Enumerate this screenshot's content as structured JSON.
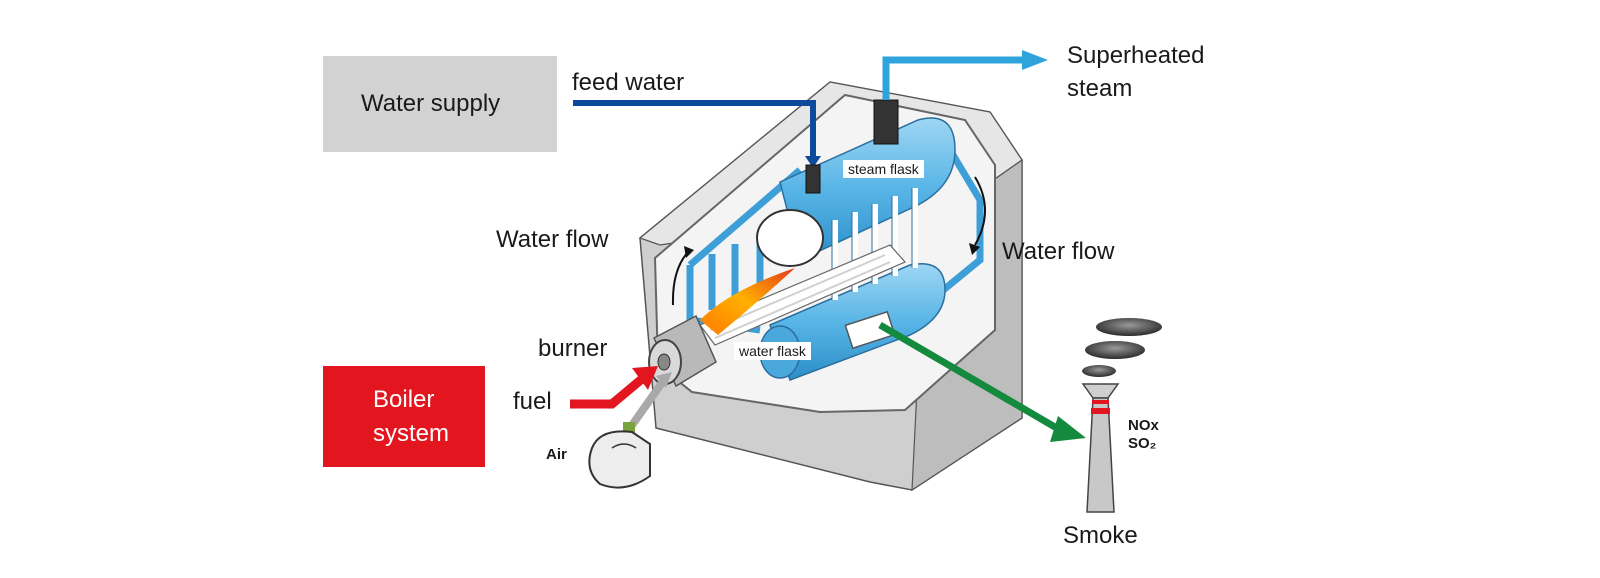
{
  "labels": {
    "water_supply": "Water supply",
    "feed_water": "feed water",
    "superheated_line1": "Superheated",
    "superheated_line2": "steam",
    "steam_flask": "steam flask",
    "water_flow_left": "Water flow",
    "water_flow_right": "Water flow",
    "burner": "burner",
    "water_flask": "water flask",
    "boiler_line1": "Boiler",
    "boiler_line2": "system",
    "fuel": "fuel",
    "air": "Air",
    "nox": "NOx",
    "so2": "SO₂",
    "smoke": "Smoke"
  },
  "colors": {
    "feed_water_pipe": "#0d4a9c",
    "steam_pipe": "#2ea3dc",
    "flue_gas_arrow": "#138a3e",
    "fuel_arrow": "#e3161f",
    "air_duct": "#a9a9a9",
    "boiler_box": "#e3161f",
    "water_box": "#d2d2d2",
    "tank_body": "#58b5e6"
  },
  "icons": [
    "blower-fan-icon",
    "chimney-icon",
    "smoke-cloud-icon",
    "burner-flame-icon"
  ]
}
